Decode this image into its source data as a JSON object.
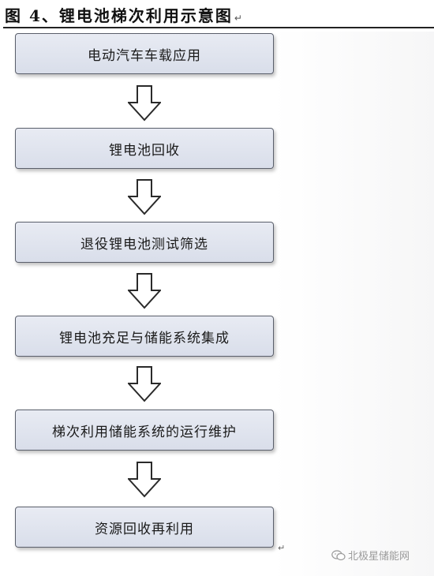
{
  "title": {
    "text": "图 4、锂电池梯次利用示意图",
    "return_mark": "↵"
  },
  "flow": {
    "steps": [
      "电动汽车车载应用",
      "锂电池回收",
      "退役锂电池测试筛选",
      "锂电池充足与储能系统集成",
      "梯次利用储能系统的运行维护",
      "资源回收再利用"
    ],
    "box_fill": "#dde2ee",
    "box_border": "#5a5f6b"
  },
  "end_mark": "↵",
  "watermark": {
    "text": "北极星储能网",
    "icon": "wechat-icon"
  }
}
